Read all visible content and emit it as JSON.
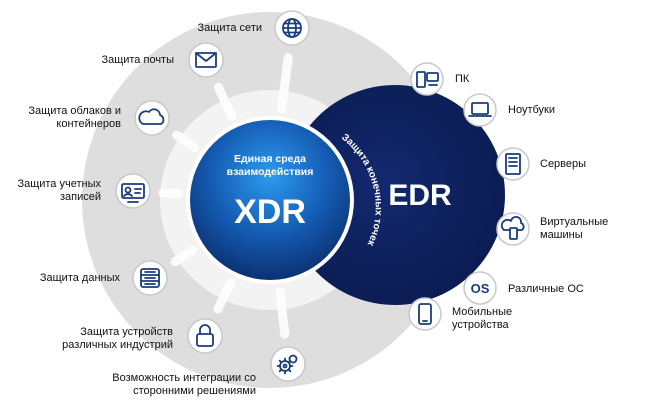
{
  "center": {
    "xdr_subtitle": "Единая среда взаимодействия",
    "xdr_title": "XDR",
    "edr_title": "EDR",
    "arc_text": "Защита конечных точек"
  },
  "left_items": [
    {
      "label": "Защита сети",
      "icon": "globe-icon"
    },
    {
      "label": "Защита почты",
      "icon": "mail-icon"
    },
    {
      "label": "Защита облаков и контейнеров",
      "icon": "cloud-icon"
    },
    {
      "label": "Защита учетных записей",
      "icon": "id-card-icon"
    },
    {
      "label": "Защита данных",
      "icon": "database-icon"
    },
    {
      "label": "Защита устройств различных индустрий",
      "icon": "lock-icon"
    },
    {
      "label": "Возможность интеграции со сторонними решениями",
      "icon": "gears-icon"
    }
  ],
  "right_items": [
    {
      "label": "ПК",
      "icon": "pc-icon"
    },
    {
      "label": "Ноутбуки",
      "icon": "laptop-icon"
    },
    {
      "label": "Серверы",
      "icon": "server-icon"
    },
    {
      "label": "Виртуальные машины",
      "icon": "virtual-machine-icon"
    },
    {
      "label": "Различные ОС",
      "icon": "os-icon",
      "badge": "OS"
    },
    {
      "label": "Мобильные устройства",
      "icon": "mobile-icon"
    }
  ],
  "colors": {
    "outer_ring": "#dcdcdc",
    "edr_fill": "#0d1f5c",
    "xdr_fill_light": "#1f7fd6",
    "xdr_fill_dark": "#0a2a66",
    "icon_stroke": "#1a3d7c"
  }
}
